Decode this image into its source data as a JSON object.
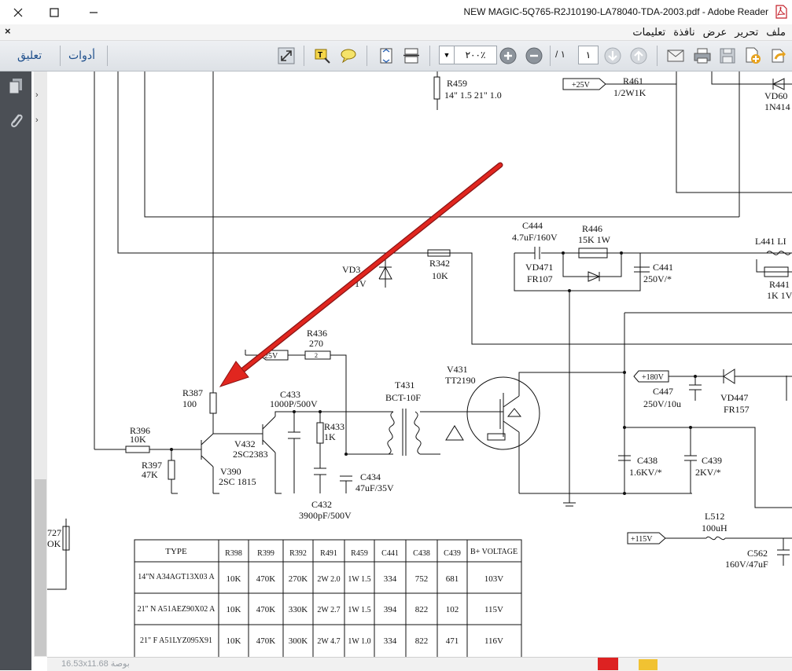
{
  "window": {
    "title": "NEW MAGIC-5Q765-R2J10190-LA78040-TDA-2003.pdf - Adobe Reader",
    "controls": [
      "close-icon",
      "maximize-icon",
      "minimize-icon"
    ]
  },
  "menu": {
    "items": [
      "ملف",
      "تحرير",
      "عرض",
      "نافذة",
      "تعليمات"
    ],
    "close_glyph": "×"
  },
  "toolbar": {
    "comment_label": "تعليق",
    "tools_label": "أدوات",
    "zoom_value": "٢٠٠٪",
    "page_current": "١",
    "page_total": "/ ١"
  },
  "status": {
    "dimensions": "16.53x11.68 بوصة"
  },
  "schematic": {
    "labels": {
      "r459": "R459",
      "r459_note": "14\"  1.5  21\" 1.0",
      "v25": "+25V",
      "r461": "R461",
      "r461_v": "1/2W1K",
      "vd60": "VD60",
      "in414": "1N414",
      "c444": "C444",
      "c444_v": "4.7uF/160V",
      "r446": "R446",
      "r446_v": "15K 1W",
      "l441": "L441 LI",
      "vd471": "VD471",
      "fr107": "FR107",
      "c441": "C441",
      "c441_v": "250V/*",
      "r441": "R441",
      "r441_v": "1K 1V",
      "vd3": "VD3",
      "vd3_v": "1V",
      "r342": "R342",
      "r342_v": "10K",
      "r436": "R436",
      "r436_v": "270",
      "v25b": "25V",
      "r436_box": "2",
      "v431": "V431",
      "tt2190": "TT2190",
      "r387": "R387",
      "r387_v": "100",
      "c433": "C433",
      "c433_v": "1000P/500V",
      "t431": "T431",
      "bct": "BCT-10F",
      "v180": "+180V",
      "c447": "C447",
      "c447_v": "250V/10u",
      "vd447": "VD447",
      "fr157": "FR157",
      "r396": "R396",
      "r396_v": "10K",
      "r433": "R433",
      "r433_v": "1K",
      "v432": "V432",
      "sc2383": "2SC2383",
      "r397": "R397",
      "r397_v": "47K",
      "v390": "V390",
      "sc1815": "2SC 1815",
      "c434": "C434",
      "c434_v": "47uF/35V",
      "c438": "C438",
      "c438_v": "1.6KV/*",
      "c439": "C439",
      "c439_v": "2KV/*",
      "c432": "C432",
      "c432_v": "3900pF/500V",
      "l512": "L512",
      "l512_v": "100uH",
      "v115": "+115V",
      "c562": "C562",
      "c562_v": "160V/47uF",
      "r727": "727",
      "ok": "OK"
    },
    "table": {
      "headers": [
        "TYPE",
        "R398",
        "R399",
        "R392",
        "R491",
        "R459",
        "C441",
        "C438",
        "C439",
        "B+ VOLTAGE"
      ],
      "rows": [
        [
          "14\"N A34AGT13X03 A",
          "10K",
          "470K",
          "270K",
          "2W 2.0",
          "1W 1.5",
          "334",
          "752",
          "681",
          "103V"
        ],
        [
          "21\" N A51AEZ90X02 A",
          "10K",
          "470K",
          "330K",
          "2W 2.7",
          "1W 1.5",
          "394",
          "822",
          "102",
          "115V"
        ],
        [
          "21\" F A51LYZ095X91",
          "10K",
          "470K",
          "300K",
          "2W 4.7",
          "1W 1.0",
          "334",
          "822",
          "471",
          "116V"
        ]
      ]
    }
  }
}
